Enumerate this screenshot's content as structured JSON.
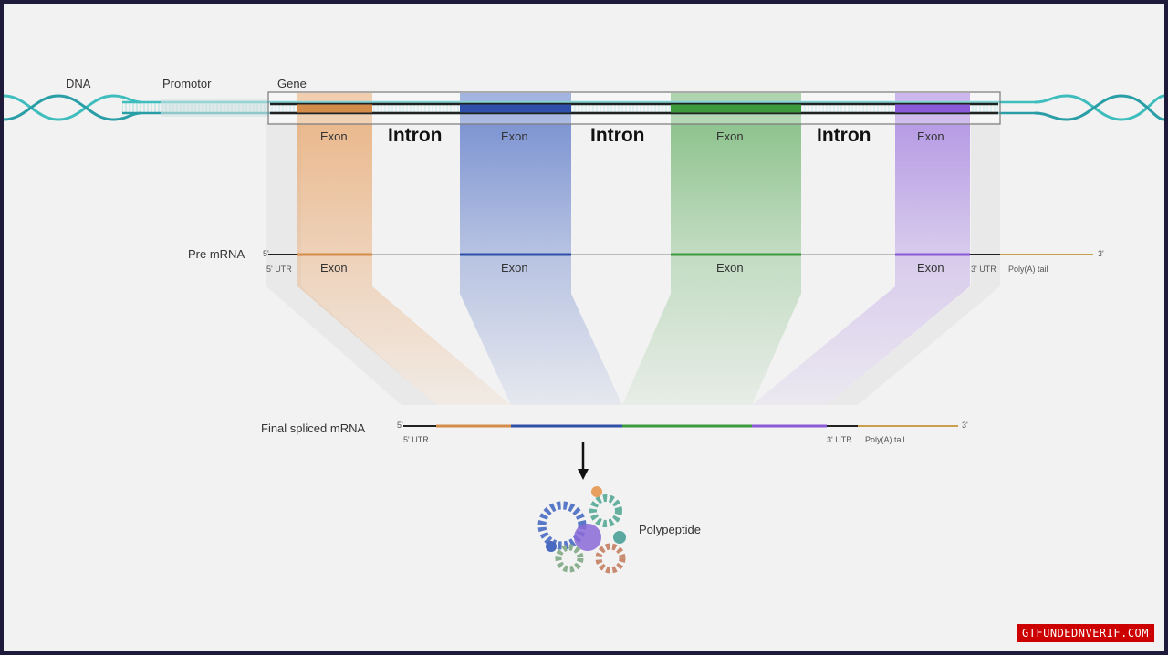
{
  "labels": {
    "dna": "DNA",
    "promoter": "Promotor",
    "gene": "Gene",
    "exon": "Exon",
    "intron": "Intron",
    "pre_mrna": "Pre mRNA",
    "final_mrna": "Final spliced mRNA",
    "utr5": "5' UTR",
    "utr3": "3' UTR",
    "polya": "Poly(A) tail",
    "end5": "5'",
    "end3": "3'",
    "polypeptide": "Polypeptide"
  },
  "colors": {
    "exon1": "#e8a870",
    "exon2": "#5a78c8",
    "exon3": "#66b066",
    "exon4": "#a37ee0",
    "dna_strand": "#3fbdbd",
    "polya": "#c9a050"
  },
  "watermark": "GTFUNDEDNVERIF.COM"
}
